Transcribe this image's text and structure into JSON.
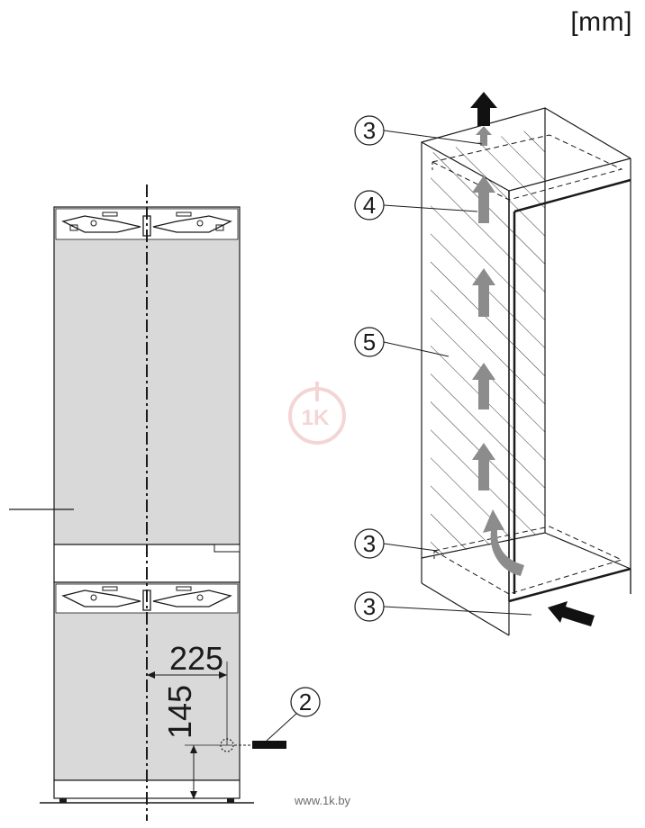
{
  "units_label": "[mm]",
  "dimensions": {
    "horizontal": "225",
    "vertical": "145"
  },
  "callouts": [
    {
      "id": "top-left",
      "label": "3"
    },
    {
      "id": "strip",
      "label": "4"
    },
    {
      "id": "panel",
      "label": "5"
    },
    {
      "id": "lower-left",
      "label": "3"
    },
    {
      "id": "bottom",
      "label": "3"
    },
    {
      "id": "outlet",
      "label": "2"
    }
  ],
  "watermark": {
    "text": "www.1k.by",
    "logo_text": "1K"
  },
  "colors": {
    "appliance_fill": "#d9d9d9",
    "line": "#1a1a1a",
    "arrow_dark": "#111111",
    "arrow_grey": "#8c8c8c"
  }
}
